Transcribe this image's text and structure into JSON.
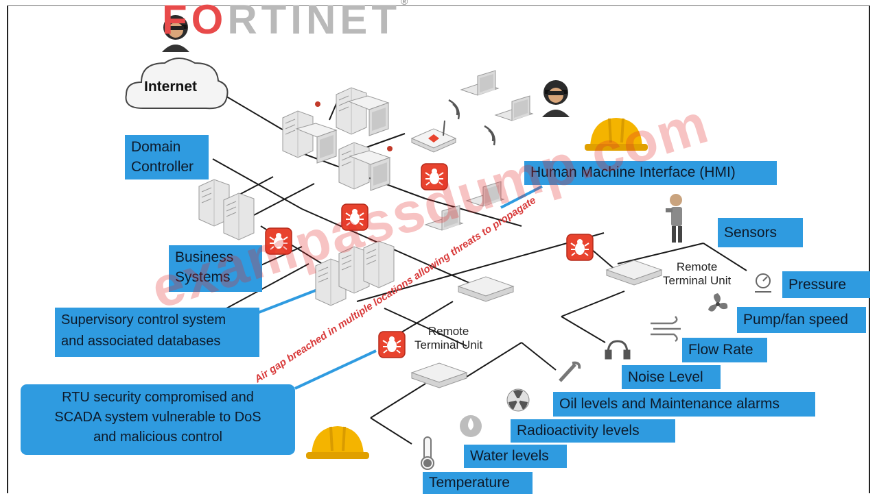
{
  "brand": {
    "logo_text": "FORTINET",
    "registered": "®"
  },
  "watermark": "exampassdump.com",
  "nodes": {
    "internet": "Internet",
    "domain_controller": "Domain\nController",
    "hmi": "Human Machine Interface (HMI)",
    "sensors": "Sensors",
    "business_systems": "Business\nSystems",
    "supervisory": "Supervisory control system\nand associated databases",
    "rtu_upper": "Remote\nTerminal Unit",
    "rtu_lower": "Remote\nTerminal Unit",
    "rtu_compromised": "RTU security compromised and\nSCADA system vulnerable to DoS\nand malicious control",
    "air_gap": "Air gap breached in multiple locations allowing threats to propagate"
  },
  "sensor_labels": {
    "pressure": "Pressure",
    "pump_fan_speed": "Pump/fan speed",
    "flow_rate": "Flow Rate",
    "noise_level": "Noise Level",
    "oil_levels": "Oil levels and Maintenance alarms",
    "radioactivity": "Radioactivity levels",
    "water_levels": "Water levels",
    "temperature": "Temperature"
  },
  "icons": [
    "hacker-icon",
    "cloud-icon",
    "server-icon",
    "laptop-icon",
    "wifi-icon",
    "router-icon",
    "malware-bug-icon",
    "hardhat-icon",
    "engineer-icon",
    "switch-icon",
    "gauge-icon",
    "fan-icon",
    "wind-icon",
    "headphones-icon",
    "wrench-icon",
    "radiation-icon",
    "water-drop-icon",
    "thermometer-icon"
  ],
  "colors": {
    "label_blue": "#2f9be0",
    "threat_red": "#e8432e",
    "brand_red": "#e84a4a"
  }
}
